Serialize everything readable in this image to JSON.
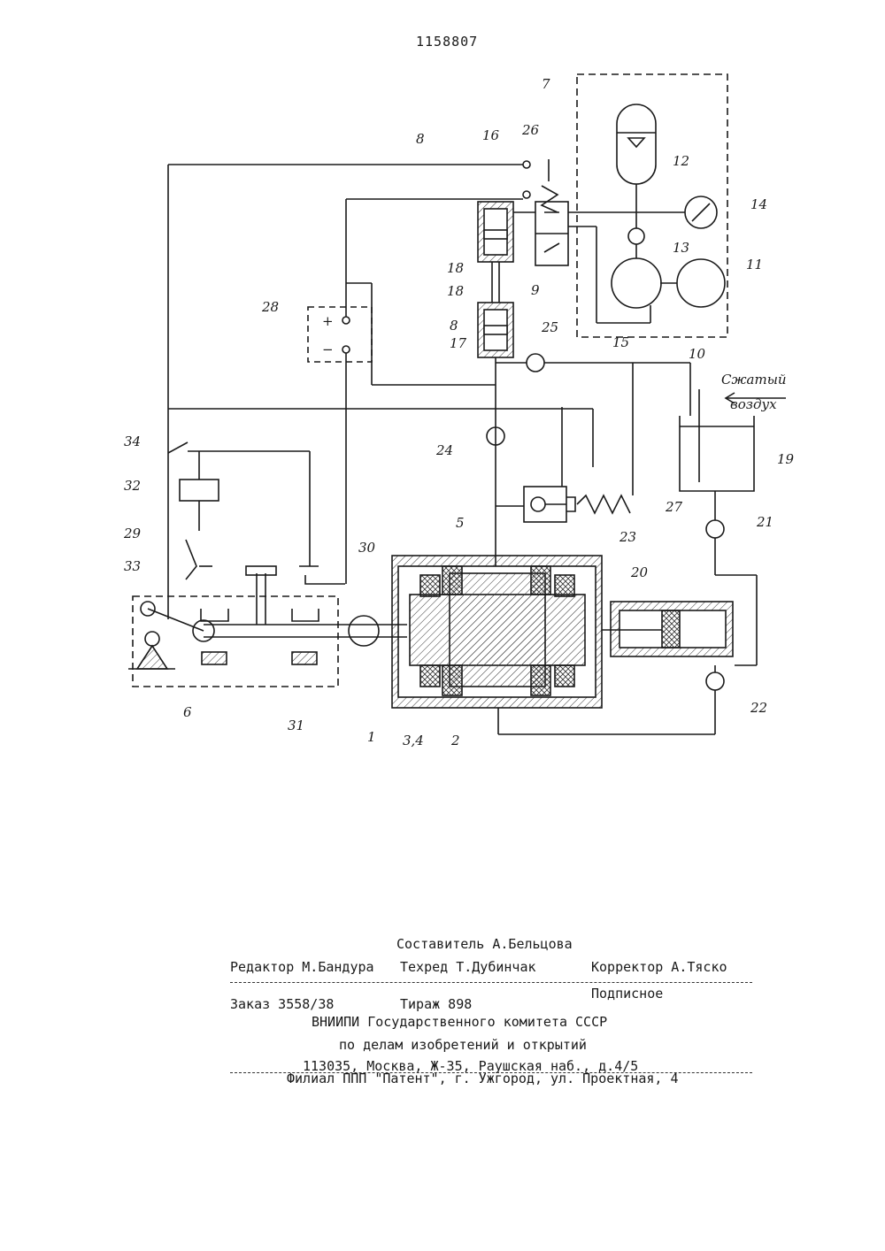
{
  "document": {
    "patent_number": "1158807"
  },
  "diagram": {
    "labels": {
      "l1": "1",
      "l2": "2",
      "l34a": "3,4",
      "l5": "5",
      "l6": "6",
      "l7": "7",
      "l8a": "8",
      "l8b": "8",
      "l9": "9",
      "l10": "10",
      "l11": "11",
      "l12": "12",
      "l13": "13",
      "l14": "14",
      "l15": "15",
      "l16": "16",
      "l17": "17",
      "l18a": "18",
      "l18b": "18",
      "l19": "19",
      "l20": "20",
      "l21": "21",
      "l22": "22",
      "l23": "23",
      "l24": "24",
      "l25": "25",
      "l26": "26",
      "l27": "27",
      "l28": "28",
      "l29": "29",
      "l30": "30",
      "l31": "31",
      "l32": "32",
      "l33": "33",
      "l34": "34",
      "air1": "Сжатый",
      "air2": "воздух",
      "plus": "+",
      "minus": "−"
    }
  },
  "imprint": {
    "compiler": "Составитель А.Бельцова",
    "editor": "Редактор М.Бандура",
    "techred": "Техред Т.Дубинчак",
    "corrector": "Корректор А.Тяско",
    "order": "Заказ 3558/38",
    "circulation": "Тираж 898",
    "subscription": "Подписное",
    "org1": "ВНИИПИ Государственного комитета СССР",
    "org2": "по делам изобретений и открытий",
    "address": "113035, Москва, Ж-35, Раушская наб., д.4/5",
    "branch": "Филиал ППП \"Патент\", г. Ужгород, ул. Проектная, 4"
  }
}
